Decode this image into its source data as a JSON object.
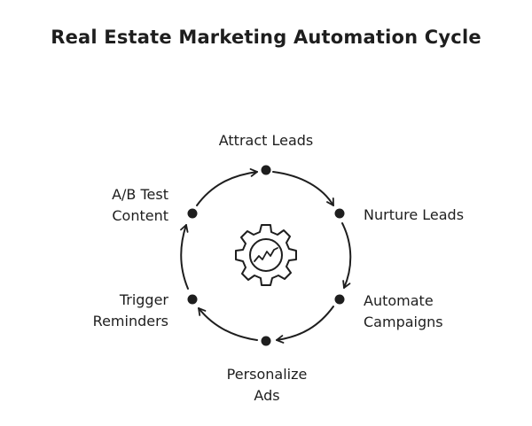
{
  "title": "Real Estate Marketing Automation Cycle",
  "center_icon": "gear-with-chart-icon",
  "colors": {
    "stroke": "#1e1e1e",
    "background": "#ffffff"
  },
  "steps": [
    {
      "lines": [
        "Attract Leads"
      ]
    },
    {
      "lines": [
        "Nurture Leads"
      ]
    },
    {
      "lines": [
        "Automate",
        "Campaigns"
      ]
    },
    {
      "lines": [
        "Personalize",
        "Ads"
      ]
    },
    {
      "lines": [
        "Trigger",
        "Reminders"
      ]
    },
    {
      "lines": [
        "A/B Test",
        "Content"
      ]
    }
  ]
}
